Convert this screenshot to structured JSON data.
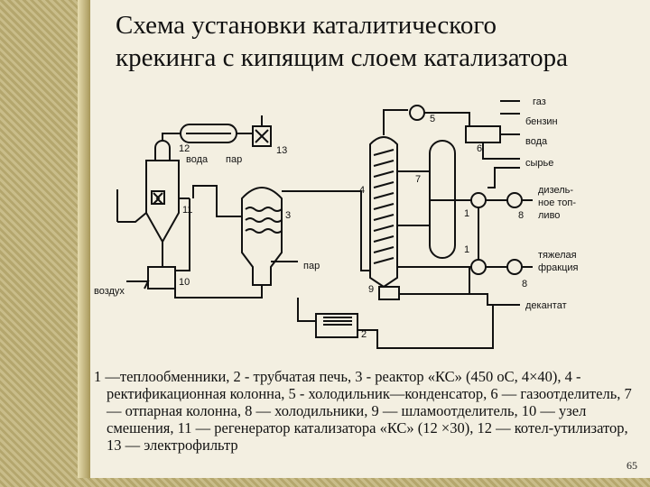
{
  "title": {
    "line1": "Схема установки каталитического",
    "line2": "крекинга с кипящим слоем катализатора"
  },
  "diagram": {
    "numbers": [
      "12",
      "13",
      "11",
      "3",
      "4",
      "5",
      "6",
      "7",
      "1",
      "8",
      "1",
      "8",
      "9",
      "10",
      "2"
    ],
    "labels": {
      "voda_12": "вода",
      "par_12": "пар",
      "vozduh": "воздух",
      "par_3": "пар",
      "gaz": "газ",
      "benzin": "бензин",
      "voda": "вода",
      "syrye": "сырье",
      "diesel_1": "дизель-",
      "diesel_2": "ное топ-",
      "diesel_3": "ливо",
      "heavy_1": "тяжелая",
      "heavy_2": "фракция",
      "dekantat": "декантат"
    }
  },
  "caption": "1 —теплообменники, 2 - трубчатая печь, 3 - реактор «КС» (450 оС, 4×40), 4 - ректификационная колонна, 5 - холодильник—конденсатор, 6 — газоотделитель, 7 — отпарная колонна, 8 — холодильники, 9 — шламоотделитель, 10 — узел смешения, 11 — регенератор катализатора «КС» (12 ×30), 12 — котел-утилизатор, 13 — электрофильтр",
  "page_number": "65"
}
